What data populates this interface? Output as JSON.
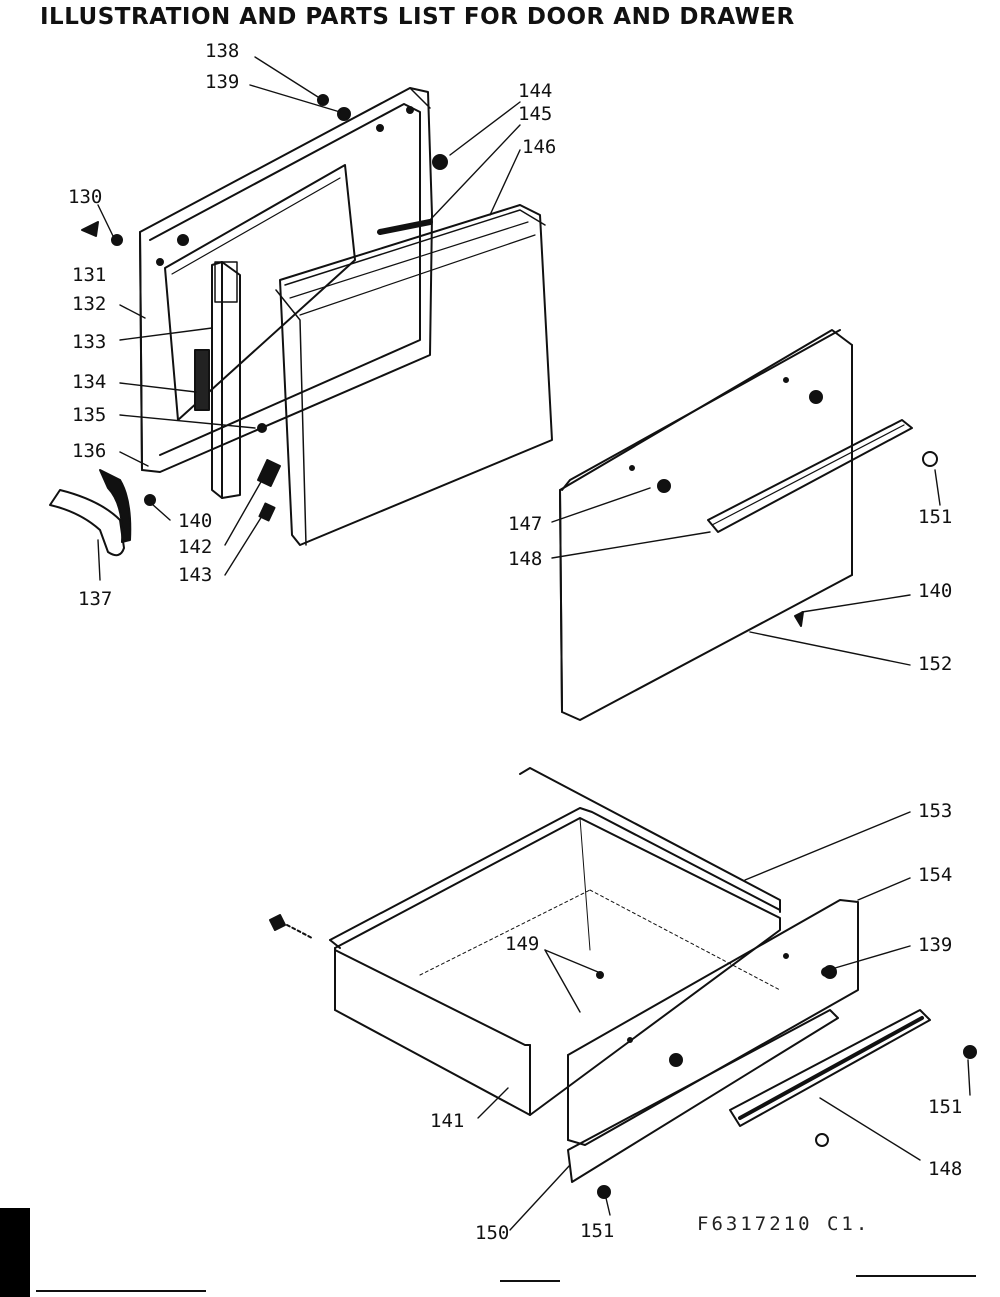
{
  "title": "ILLUSTRATION AND PARTS LIST FOR DOOR AND DRAWER",
  "drawing_code": "F6317210 C1.",
  "part_labels": [
    "130",
    "131",
    "132",
    "133",
    "134",
    "135",
    "136",
    "137",
    "138",
    "139",
    "140",
    "142",
    "143",
    "144",
    "145",
    "146",
    "147",
    "148",
    "151",
    "140",
    "152",
    "153",
    "154",
    "149",
    "139",
    "141",
    "151",
    "148",
    "150",
    "151"
  ]
}
